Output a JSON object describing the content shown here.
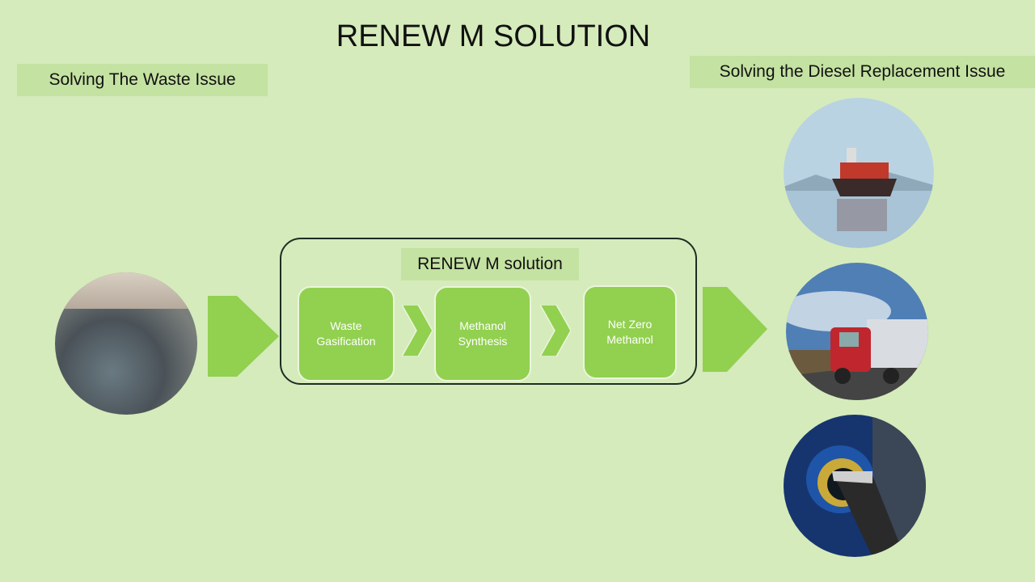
{
  "title": "RENEW M SOLUTION",
  "left_label": "Solving The Waste Issue",
  "right_label": "Solving the Diesel Replacement Issue",
  "process": {
    "label": "RENEW M solution",
    "steps": [
      {
        "line1": "Waste",
        "line2": "Gasification"
      },
      {
        "line1": "Methanol",
        "line2": "Synthesis"
      },
      {
        "line1": "Net Zero",
        "line2": "Methanol"
      }
    ]
  },
  "colors": {
    "background": "#d5ebbb",
    "accent": "#92d050",
    "label_bg": "#c4e2a2"
  }
}
